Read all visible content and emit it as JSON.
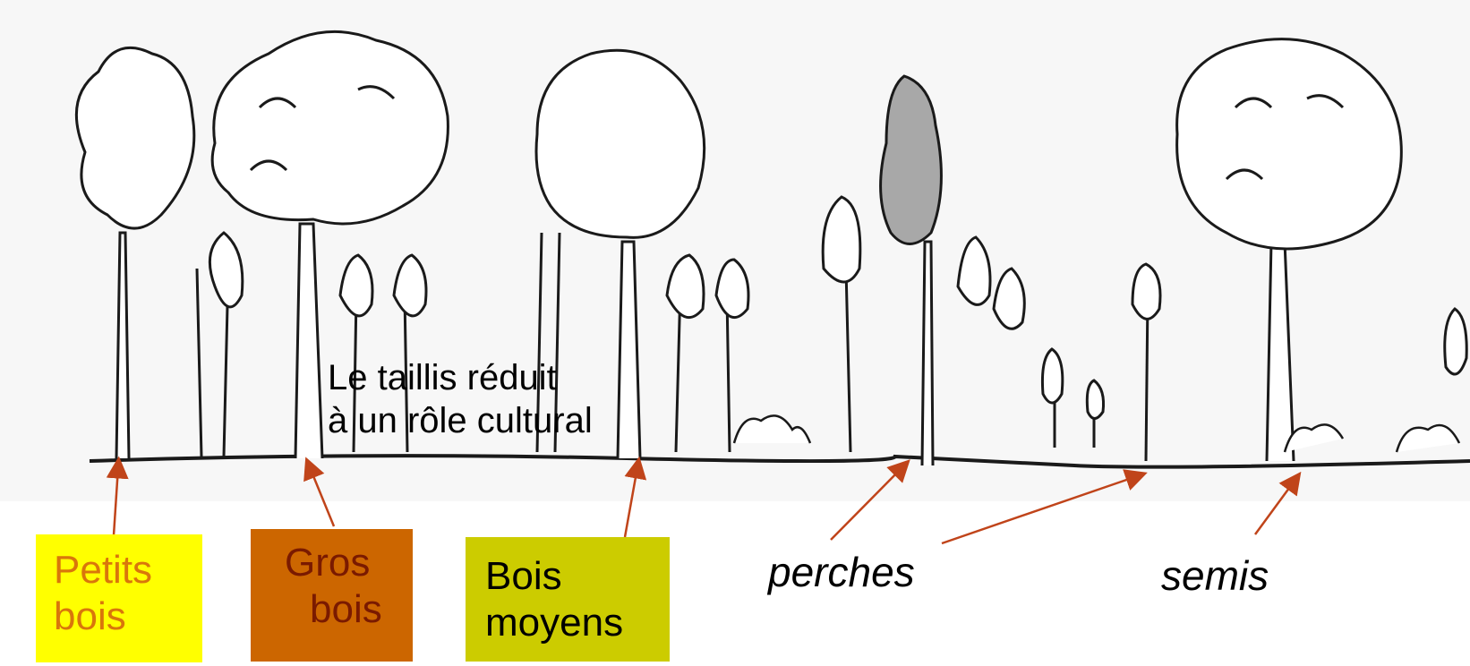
{
  "annotation": {
    "line1": "Le taillis réduit",
    "line2": "à un rôle cultural"
  },
  "labels": {
    "petits_bois": {
      "line1": "Petits",
      "line2": "bois",
      "bg": "#ffff00",
      "color": "#d9760b"
    },
    "gros_bois": {
      "line1": "Gros",
      "line2": "bois",
      "bg": "#cc6600",
      "color": "#7a1a00"
    },
    "bois_moyens": {
      "line1": "Bois",
      "line2": "moyens",
      "bg": "#cccc00",
      "color": "#000000"
    },
    "perches": "perches",
    "semis": "semis"
  },
  "colors": {
    "arrow": "#c0441a",
    "ink": "#1a1a1a",
    "shaded_crown": "#a8a8a8"
  }
}
